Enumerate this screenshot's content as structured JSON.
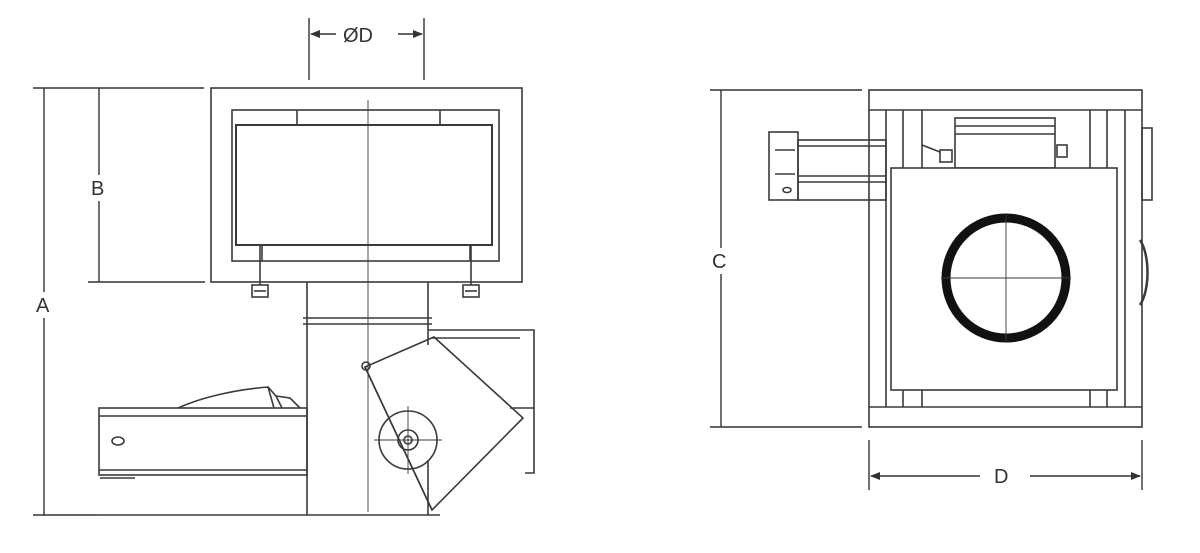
{
  "labels": {
    "diameter": "ØD",
    "height_total": "A",
    "height_upper": "B",
    "side_height": "C",
    "side_depth": "D"
  },
  "colors": {
    "line": "#3a3a3a",
    "thick_ring": "#111111",
    "background": "#ffffff"
  }
}
